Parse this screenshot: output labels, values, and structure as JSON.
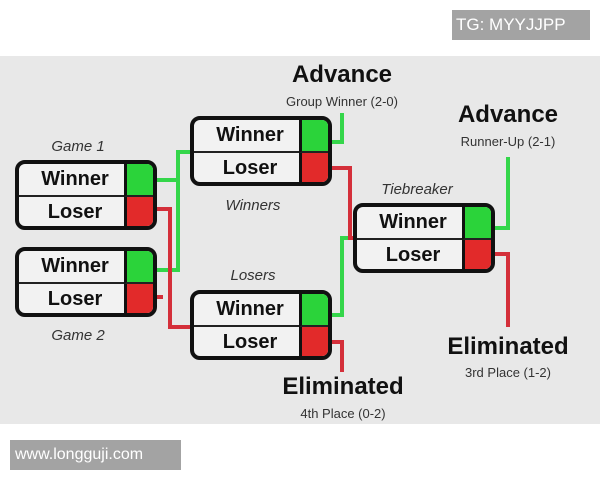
{
  "watermarks": {
    "top_right": "TG: MYYJJPP",
    "bottom_left": "www.longguji.com"
  },
  "colors": {
    "winner": "#2bd33a",
    "loser": "#e22a2a",
    "panel": "#e8e8e8"
  },
  "matches": [
    {
      "id": "game1",
      "caption": "Game 1",
      "winner_label": "Winner",
      "loser_label": "Loser"
    },
    {
      "id": "game2",
      "caption": "Game 2",
      "winner_label": "Winner",
      "loser_label": "Loser"
    },
    {
      "id": "winners",
      "caption": "Winners",
      "winner_label": "Winner",
      "loser_label": "Loser"
    },
    {
      "id": "losers",
      "caption": "Losers",
      "winner_label": "Winner",
      "loser_label": "Loser"
    },
    {
      "id": "tiebreaker",
      "caption": "Tiebreaker",
      "winner_label": "Winner",
      "loser_label": "Loser"
    }
  ],
  "outcomes": [
    {
      "title": "Advance",
      "subtitle": "Group Winner (2-0)"
    },
    {
      "title": "Advance",
      "subtitle": "Runner-Up (2-1)"
    },
    {
      "title": "Eliminated",
      "subtitle": "3rd Place (1-2)"
    },
    {
      "title": "Eliminated",
      "subtitle": "4th Place (0-2)"
    }
  ]
}
